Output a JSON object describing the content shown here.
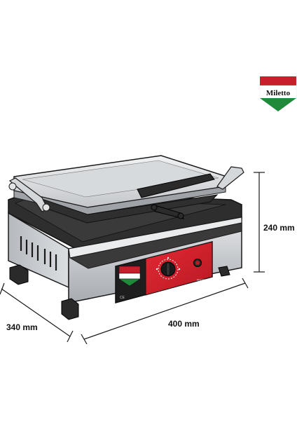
{
  "brand": {
    "name": "Miletto",
    "colors": {
      "red": "#c8202a",
      "green": "#1f8a3a",
      "white": "#ffffff"
    }
  },
  "dimensions": {
    "width": "400 mm",
    "depth": "340 mm",
    "height": "240 mm"
  },
  "panel": {
    "text": "PROFESSIONAL",
    "control_knob": "temperature-knob",
    "indicator": "power-indicator-light"
  },
  "colors": {
    "body_steel": "#c9ccd0",
    "plate_dark": "#2b2b2b",
    "control_panel_red": "#d8232f",
    "outline": "#1a1a1a"
  }
}
